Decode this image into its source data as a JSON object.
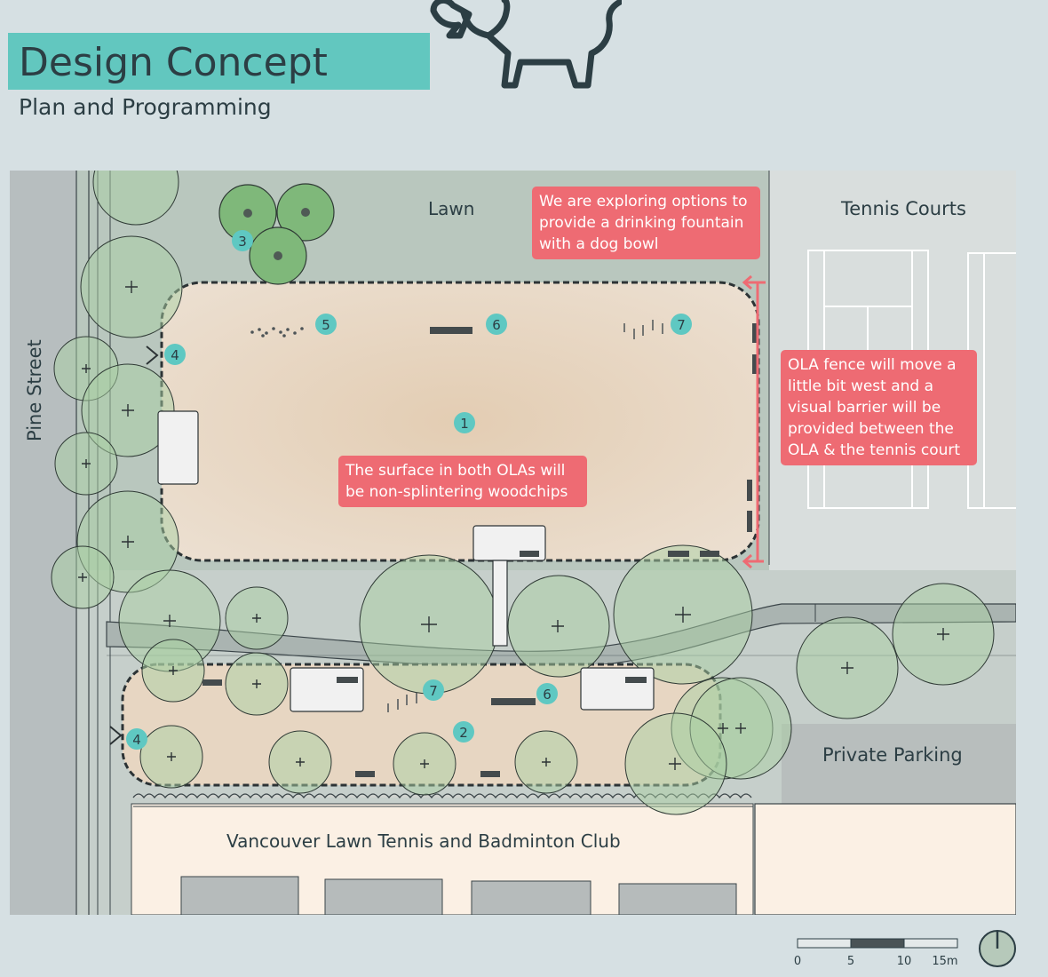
{
  "header": {
    "title": "Design Concept",
    "subtitle": "Plan and Programming"
  },
  "map": {
    "labels": {
      "lawn": "Lawn",
      "tennis_courts": "Tennis Courts",
      "street": "Pine Street",
      "private_parking": "Private Parking",
      "club": "Vancouver Lawn Tennis and Badminton Club"
    },
    "markers": {
      "m1": "1",
      "m2": "2",
      "m3": "3",
      "m4a": "4",
      "m4b": "4",
      "m5": "5",
      "m6a": "6",
      "m6b": "6",
      "m7a": "7",
      "m7b": "7"
    }
  },
  "notes": {
    "fountain": [
      "We are exploring options to",
      "provide a drinking fountain",
      "with a dog bowl"
    ],
    "fence": [
      "OLA fence will move a",
      "little bit west and a",
      "visual barrier will be",
      "provided between the",
      "OLA & the tennis court"
    ],
    "surface": [
      "The surface in both OLAs will",
      "be non-splintering woodchips"
    ]
  },
  "scale": {
    "labels": [
      "0",
      "5",
      "10",
      "15m"
    ]
  },
  "colors": {
    "accent": "#62c7bf",
    "note": "#ee6b73",
    "background": "#d6e0e3",
    "woodchip": "#e9d9c6",
    "tree": "#a9d0a4"
  }
}
